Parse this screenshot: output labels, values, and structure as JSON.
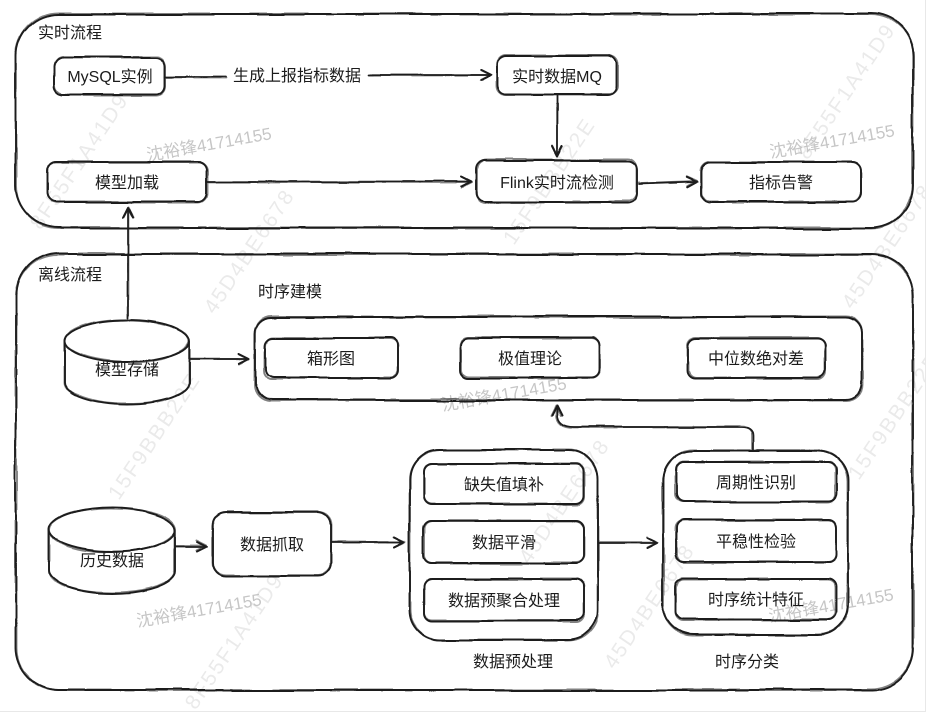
{
  "page": {
    "background": "#ffffff",
    "ink_color": "#1c1c1c",
    "watermark_color": "#c6c6c6"
  },
  "sections": {
    "realtime": {
      "label": "实时流程"
    },
    "offline": {
      "label": "离线流程"
    }
  },
  "nodes": {
    "mysql": {
      "label": "MySQL实例"
    },
    "mq": {
      "label": "实时数据MQ"
    },
    "model_load": {
      "label": "模型加载"
    },
    "flink": {
      "label": "Flink实时流检测"
    },
    "alert": {
      "label": "指标告警"
    },
    "model_store": {
      "label": "模型存储"
    },
    "history": {
      "label": "历史数据"
    },
    "fetch": {
      "label": "数据抓取"
    }
  },
  "edges": {
    "mysql_to_mq": {
      "label": "生成上报指标数据"
    }
  },
  "groups": {
    "modeling": {
      "label": "时序建模",
      "items": [
        "箱形图",
        "极值理论",
        "中位数绝对差"
      ]
    },
    "preprocess": {
      "label": "数据预处理",
      "items": [
        "缺失值填补",
        "数据平滑",
        "数据预聚合处理"
      ]
    },
    "classify": {
      "label": "时序分类",
      "items": [
        "周期性识别",
        "平稳性检验",
        "时序统计特征"
      ]
    }
  },
  "watermark": {
    "name": "沈裕锋41714155",
    "fragments": [
      "8F55F1A41D9",
      "45D4BE6678",
      "15F9BBB22E"
    ]
  }
}
